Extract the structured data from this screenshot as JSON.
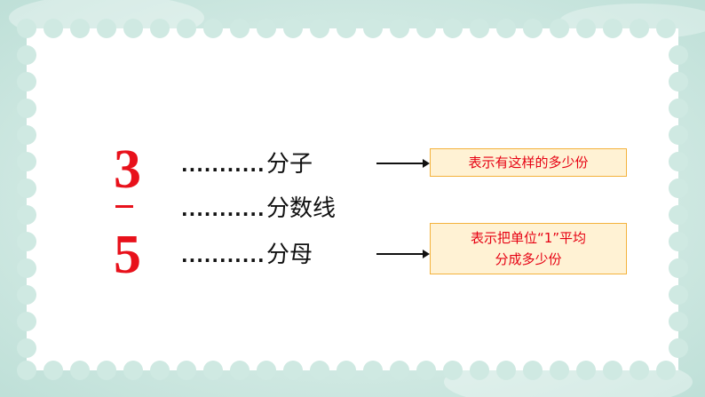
{
  "fraction": {
    "numerator": "3",
    "denominator": "5"
  },
  "rows": [
    {
      "dots": "...........",
      "term": "分子",
      "note_lines": [
        "表示有这样的多少份"
      ]
    },
    {
      "dots": "...........",
      "term": "分数线"
    },
    {
      "dots": "...........",
      "term": "分母",
      "note_lines": [
        "表示把单位“1”平均",
        "分成多少份"
      ]
    }
  ],
  "colors": {
    "accent_red": "#e8111b",
    "frame_mint": "#cfe9e2",
    "note_bg": "#fff2d4",
    "note_border": "#f4b23c"
  }
}
